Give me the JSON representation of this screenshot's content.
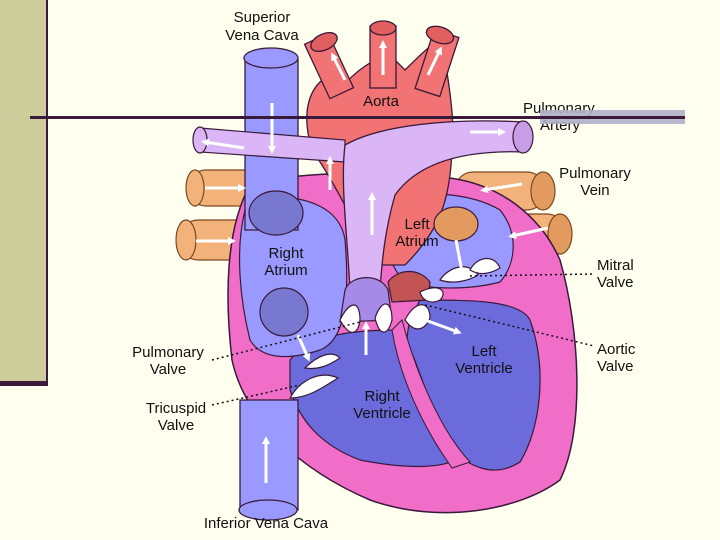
{
  "labels": {
    "superior_vena_cava": [
      "Superior",
      "Vena Cava"
    ],
    "aorta": "Aorta",
    "pulmonary_artery": [
      "Pulmonary",
      "Artery"
    ],
    "pulmonary_vein": [
      "Pulmonary",
      "Vein"
    ],
    "left_atrium": [
      "Left",
      "Atrium"
    ],
    "right_atrium": [
      "Right",
      "Atrium"
    ],
    "mitral_valve": [
      "Mitral",
      "Valve"
    ],
    "aortic_valve": [
      "Aortic",
      "Valve"
    ],
    "left_ventricle": [
      "Left",
      "Ventricle"
    ],
    "right_ventricle": [
      "Right",
      "Ventricle"
    ],
    "pulmonary_valve": [
      "Pulmonary",
      "Valve"
    ],
    "tricuspid_valve": [
      "Tricuspid",
      "Valve"
    ],
    "inferior_vena_cava": "Inferior Vena Cava"
  },
  "colors": {
    "deoxygenated": "#9999ff",
    "oxygenated": "#f27373",
    "heart_wall": "#f06ec8",
    "pulmonary_artery": "#dab6f6",
    "pulmonary_vein": "#f2b27a",
    "ventricle_dark": "#6b6bdc"
  }
}
